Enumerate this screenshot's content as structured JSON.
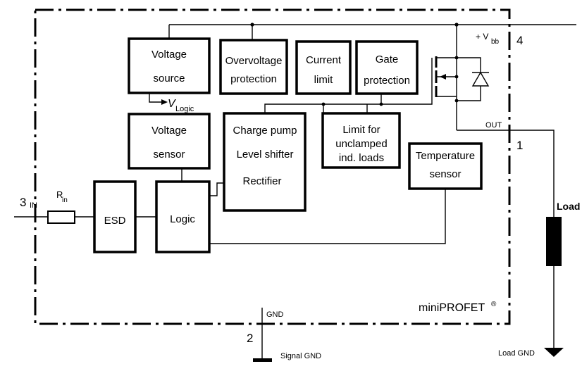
{
  "blocks": {
    "voltage_source": [
      "Voltage",
      "source"
    ],
    "overvoltage": [
      "Overvoltage",
      "protection"
    ],
    "current_limit": [
      "Current",
      "limit"
    ],
    "gate_protection": [
      "Gate",
      "protection"
    ],
    "voltage_sensor": [
      "Voltage",
      "sensor"
    ],
    "charge_pump": [
      "Charge pump",
      "Level shifter",
      "Rectifier"
    ],
    "limit_unclamped": [
      "Limit for",
      "unclamped",
      "ind. loads"
    ],
    "temperature_sensor": [
      "Temperature",
      "sensor"
    ],
    "esd": "ESD",
    "logic": "Logic"
  },
  "labels": {
    "v_logic": "V",
    "v_logic_sub": "Logic",
    "vbb": "+ V",
    "vbb_sub": "bb",
    "out": "OUT",
    "gnd": "GND",
    "signal_gnd": "Signal GND",
    "load_gnd": "Load GND",
    "load": "Load",
    "in_sub": "IN",
    "rin": "R",
    "rin_sub": "in",
    "product": "miniPROFET",
    "product_mark": "®"
  },
  "pins": {
    "vbb": "4",
    "out": "1",
    "in": "3",
    "gnd": "2"
  }
}
